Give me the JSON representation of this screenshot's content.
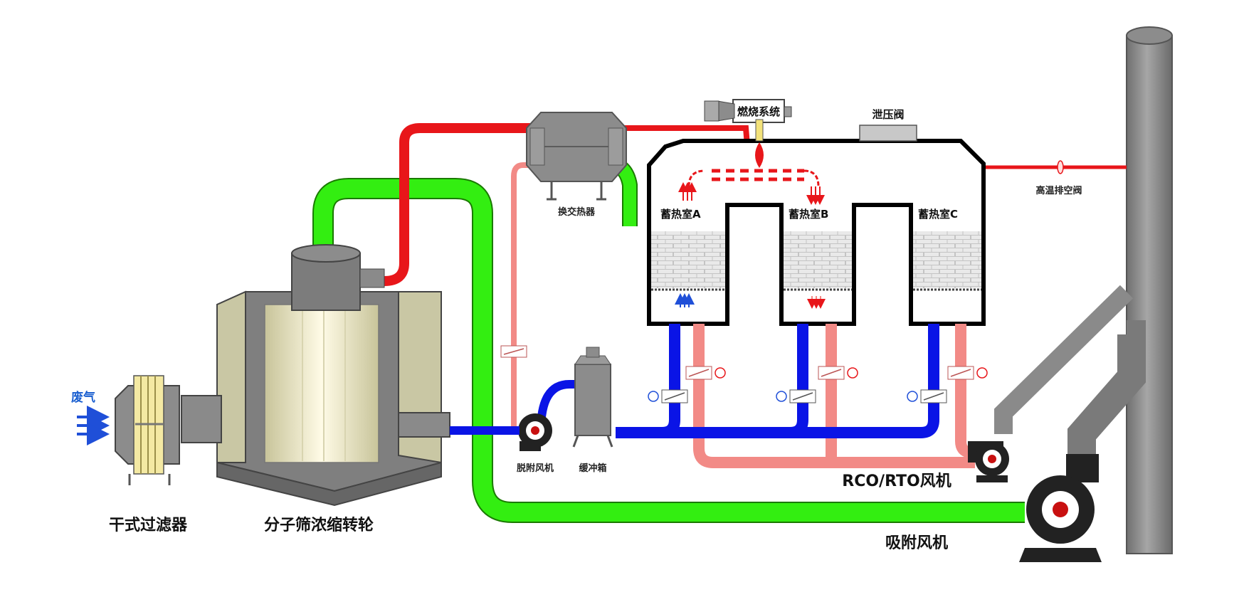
{
  "labels": {
    "waste_gas": "废气",
    "dry_filter": "干式过滤器",
    "rotor": "分子筛浓缩转轮",
    "heat_exchanger": "换交热器",
    "combustion_system": "燃烧系统",
    "relief_valve": "泄压阀",
    "regen_chamber_a": "蓄热室A",
    "regen_chamber_b": "蓄热室B",
    "regen_chamber_c": "蓄热室C",
    "high_temp_vent_valve": "高温排空阀",
    "desorption_fan": "脱附风机",
    "buffer_tank": "缓冲箱",
    "rco_rto_fan": "RCO/RTO风机",
    "adsorption_fan": "吸附风机"
  },
  "colors": {
    "hot_pipe": "#e8161a",
    "warm_pipe": "#f28a86",
    "clean_pipe": "#33ee11",
    "desorb_pipe": "#0a14e6",
    "equipment_gray": "#8a8a8a",
    "waste_gas_text": "#1a5fd0",
    "flow_arrow": "#1f4fd8"
  }
}
